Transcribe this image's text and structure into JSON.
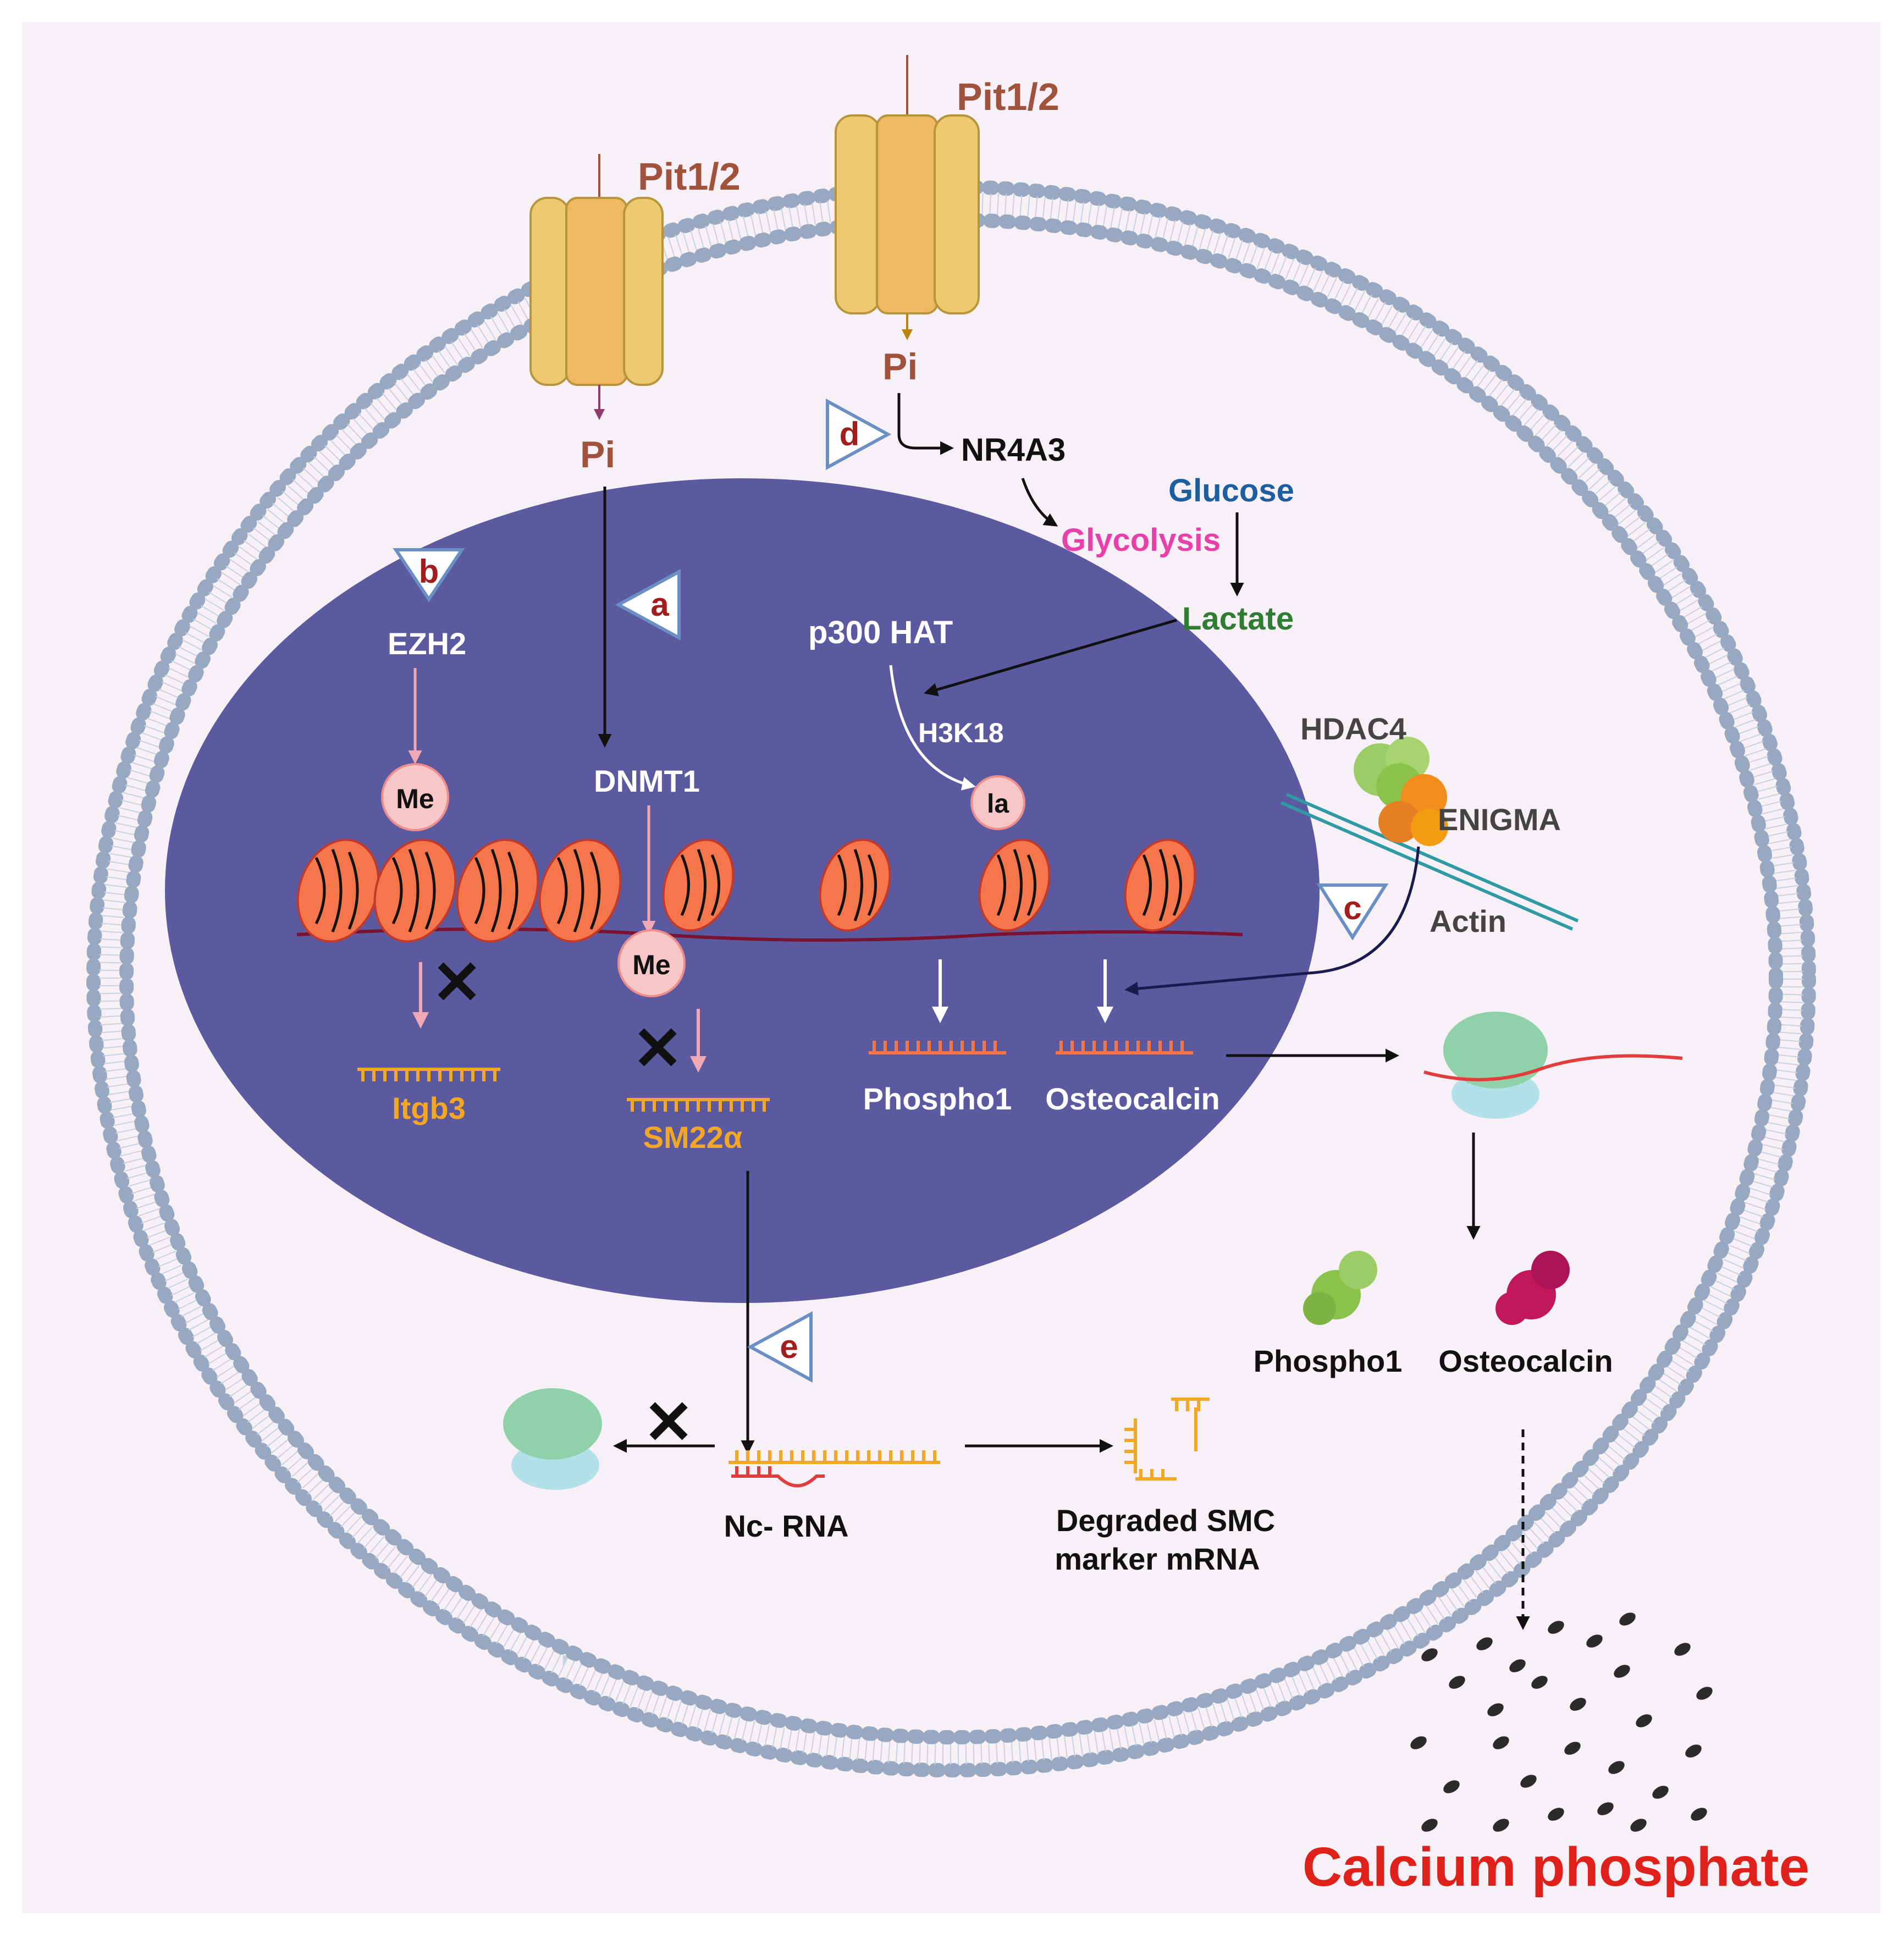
{
  "labels": {
    "pit_left": "Pit1/2",
    "pit_right": "Pit1/2",
    "pi_left": "Pi",
    "pi_right": "Pi",
    "nr4a3": "NR4A3",
    "glucose": "Glucose",
    "glycolysis": "Glycolysis",
    "lactate": "Lactate",
    "p300": "p300 HAT",
    "h3k18": "H3K18",
    "la": "la",
    "ezh2": "EZH2",
    "dnmt1": "DNMT1",
    "me_top": "Me",
    "me_bottom": "Me",
    "hdac4": "HDAC4",
    "enigma": "ENIGMA",
    "actin": "Actin",
    "itgb3": "Itgb3",
    "sm22a": "SM22α",
    "phospho1_nuc": "Phospho1",
    "osteocalcin_nuc": "Osteocalcin",
    "phospho1_cyto": "Phospho1",
    "osteocalcin_cyto": "Osteocalcin",
    "ncrna": "Nc- RNA",
    "degraded_line1": "Degraded SMC",
    "degraded_line2": "marker mRNA",
    "calcium_phosphate": "Calcium phosphate"
  },
  "markers": {
    "a": "a",
    "b": "b",
    "c": "c",
    "d": "d",
    "e": "e"
  },
  "colors": {
    "background": "#f7f0f6",
    "membrane_dot": "#97a8c0",
    "nucleus": "#5b5aa0",
    "channel": "#e9c46a",
    "pit_label": "#a0523d",
    "nucleosome": "#f4764a",
    "marker_text": "#a31d1d",
    "glucose": "#1c5fa0",
    "glycolysis": "#e83fa8",
    "lactate": "#2e7d32",
    "mrna": "#f5a623",
    "calcium_text": "#e0201b"
  }
}
